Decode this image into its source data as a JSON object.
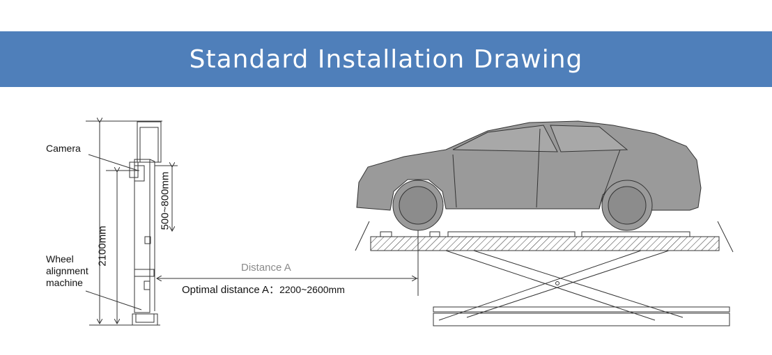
{
  "title": "Standard Installation Drawing",
  "labels": {
    "camera": "Camera",
    "machine": [
      "Wheel",
      "alignment",
      "machine"
    ],
    "height_total": "2100mm",
    "camera_range": "500~800mm",
    "distance_name": "Distance A",
    "optimal_prefix": "Optimal distance A：",
    "optimal_value": "2200~2600mm"
  },
  "colors": {
    "banner": "#4f7fba",
    "car": "#9a9a9a",
    "distance_label": "#8a8a8a"
  }
}
